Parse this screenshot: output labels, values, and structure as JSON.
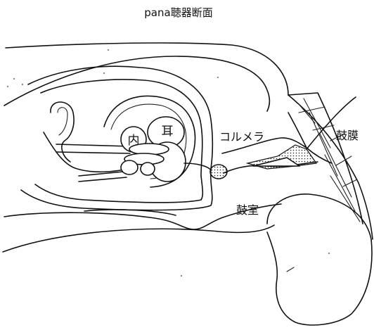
{
  "title": "pana聴器断面",
  "labels": {
    "inner": "内",
    "ear": "耳",
    "columella": "コルメラ",
    "tympanum": "鼓膜",
    "tympanic_cavity": "鼓室"
  }
}
